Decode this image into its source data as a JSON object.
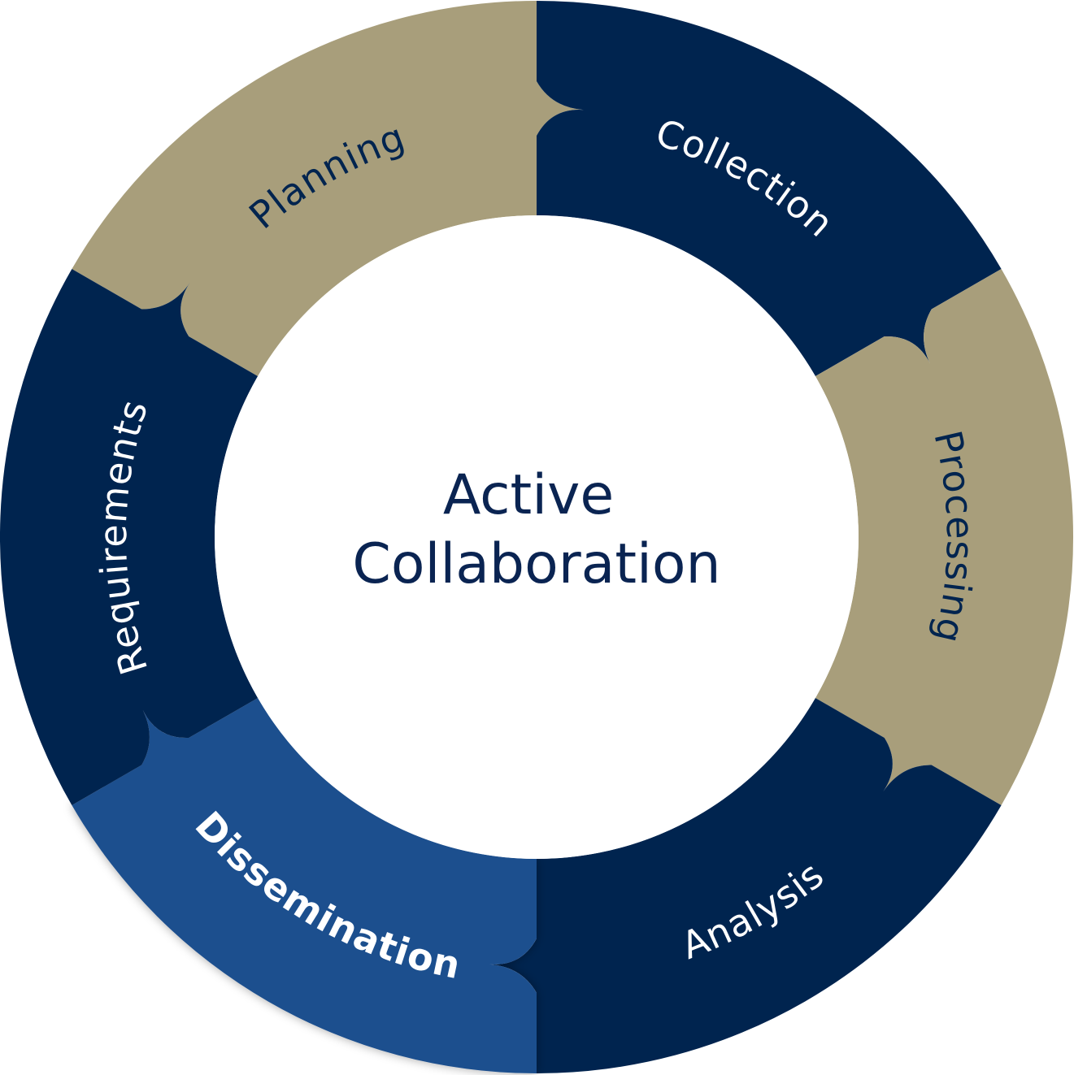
{
  "center": {
    "line1": "Active",
    "line2": "Collaboration"
  },
  "colors": {
    "navy": "#00244f",
    "tan": "#a89e7b",
    "blue": "#1e4f8e",
    "white": "#ffffff"
  },
  "segments": [
    {
      "label": "Planning",
      "color": "#a89e7b",
      "text_color": "#00244f",
      "bold": false
    },
    {
      "label": "Collection",
      "color": "#00244f",
      "text_color": "#ffffff",
      "bold": false
    },
    {
      "label": "Processing",
      "color": "#a89e7b",
      "text_color": "#00244f",
      "bold": false
    },
    {
      "label": "Analysis",
      "color": "#00244f",
      "text_color": "#ffffff",
      "bold": false
    },
    {
      "label": "Dissemination",
      "color": "#1e4f8e",
      "text_color": "#ffffff",
      "bold": true
    },
    {
      "label": "Requirements",
      "color": "#00244f",
      "text_color": "#ffffff",
      "bold": false
    }
  ]
}
